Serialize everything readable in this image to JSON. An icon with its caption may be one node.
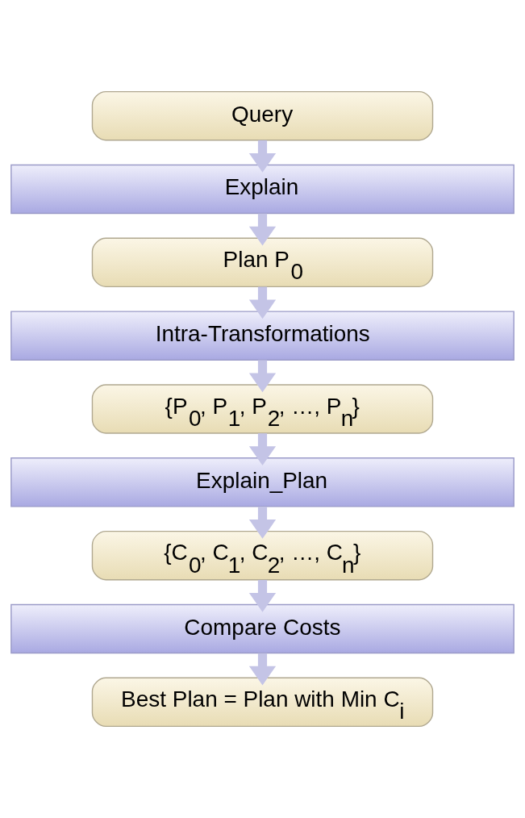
{
  "diagram": {
    "nodes": [
      {
        "text": [
          "Query"
        ]
      },
      {
        "text": [
          "Explain"
        ]
      },
      {
        "text": [
          "Plan P$_{0}$"
        ]
      },
      {
        "text": [
          "Intra-Transformations"
        ]
      },
      {
        "text": [
          "{P$_{0}$, P$_{1}$, P$_{2}$, …, P$_{n}$}"
        ]
      },
      {
        "text": [
          "Explain_Plan"
        ]
      },
      {
        "text": [
          "{C$_{0}$, C$_{1}$, C$_{2}$, …, C$_{n}$}"
        ]
      },
      {
        "text": [
          "Compare Costs"
        ]
      },
      {
        "text": [
          "Best Plan = Plan with Min C$_{i}$"
        ]
      }
    ],
    "edges": [
      {
        "from": 0,
        "to": 1,
        "arrow": "to"
      },
      {
        "from": 1,
        "to": 2,
        "arrow": "to"
      },
      {
        "from": 2,
        "to": 3,
        "arrow": "to"
      },
      {
        "from": 3,
        "to": 4,
        "arrow": "to"
      },
      {
        "from": 4,
        "to": 5,
        "arrow": "to"
      },
      {
        "from": 5,
        "to": 6,
        "arrow": "to"
      },
      {
        "from": 6,
        "to": 7,
        "arrow": "to"
      },
      {
        "from": 7,
        "to": 8,
        "arrow": "to"
      }
    ]
  }
}
